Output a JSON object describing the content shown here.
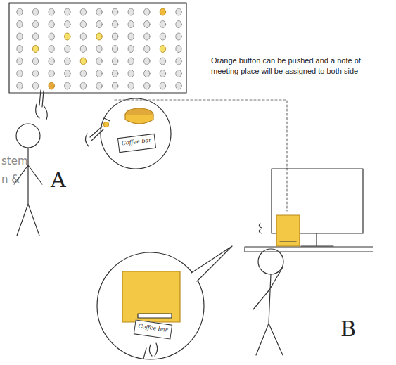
{
  "diagram": {
    "nodes": [
      {
        "text": [
          "Coffee bar"
        ]
      },
      {
        "text": [
          "Coffee bar"
        ]
      }
    ],
    "labels": [
      "Orange button can be pushed and a note of meeting place will be assigned to both side",
      "A",
      "B",
      "stem",
      "n &"
    ]
  }
}
